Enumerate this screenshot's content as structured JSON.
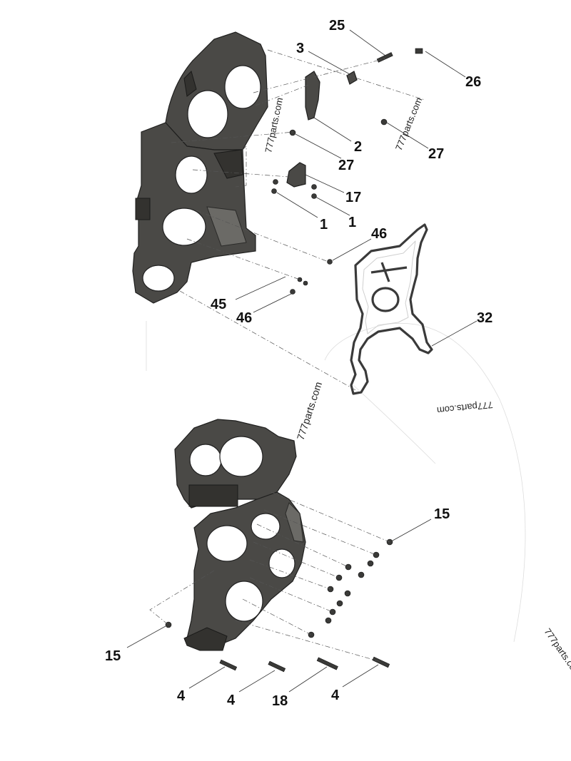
{
  "callouts": {
    "c25": "25",
    "c3": "3",
    "c26": "26",
    "c2": "2",
    "c27a": "27",
    "c27b": "27",
    "c17": "17",
    "c1a": "1",
    "c1b": "1",
    "c46a": "46",
    "c45": "45",
    "c46b": "46",
    "c32": "32",
    "c15a": "15",
    "c15b": "15",
    "c4a": "4",
    "c4b": "4",
    "c18": "18",
    "c4c": "4"
  },
  "watermarks": {
    "w1": "777parts.com",
    "w2": "777parts.com",
    "w3": "777parts.com",
    "w4": "777parts.com",
    "w5": "777parts.co"
  }
}
